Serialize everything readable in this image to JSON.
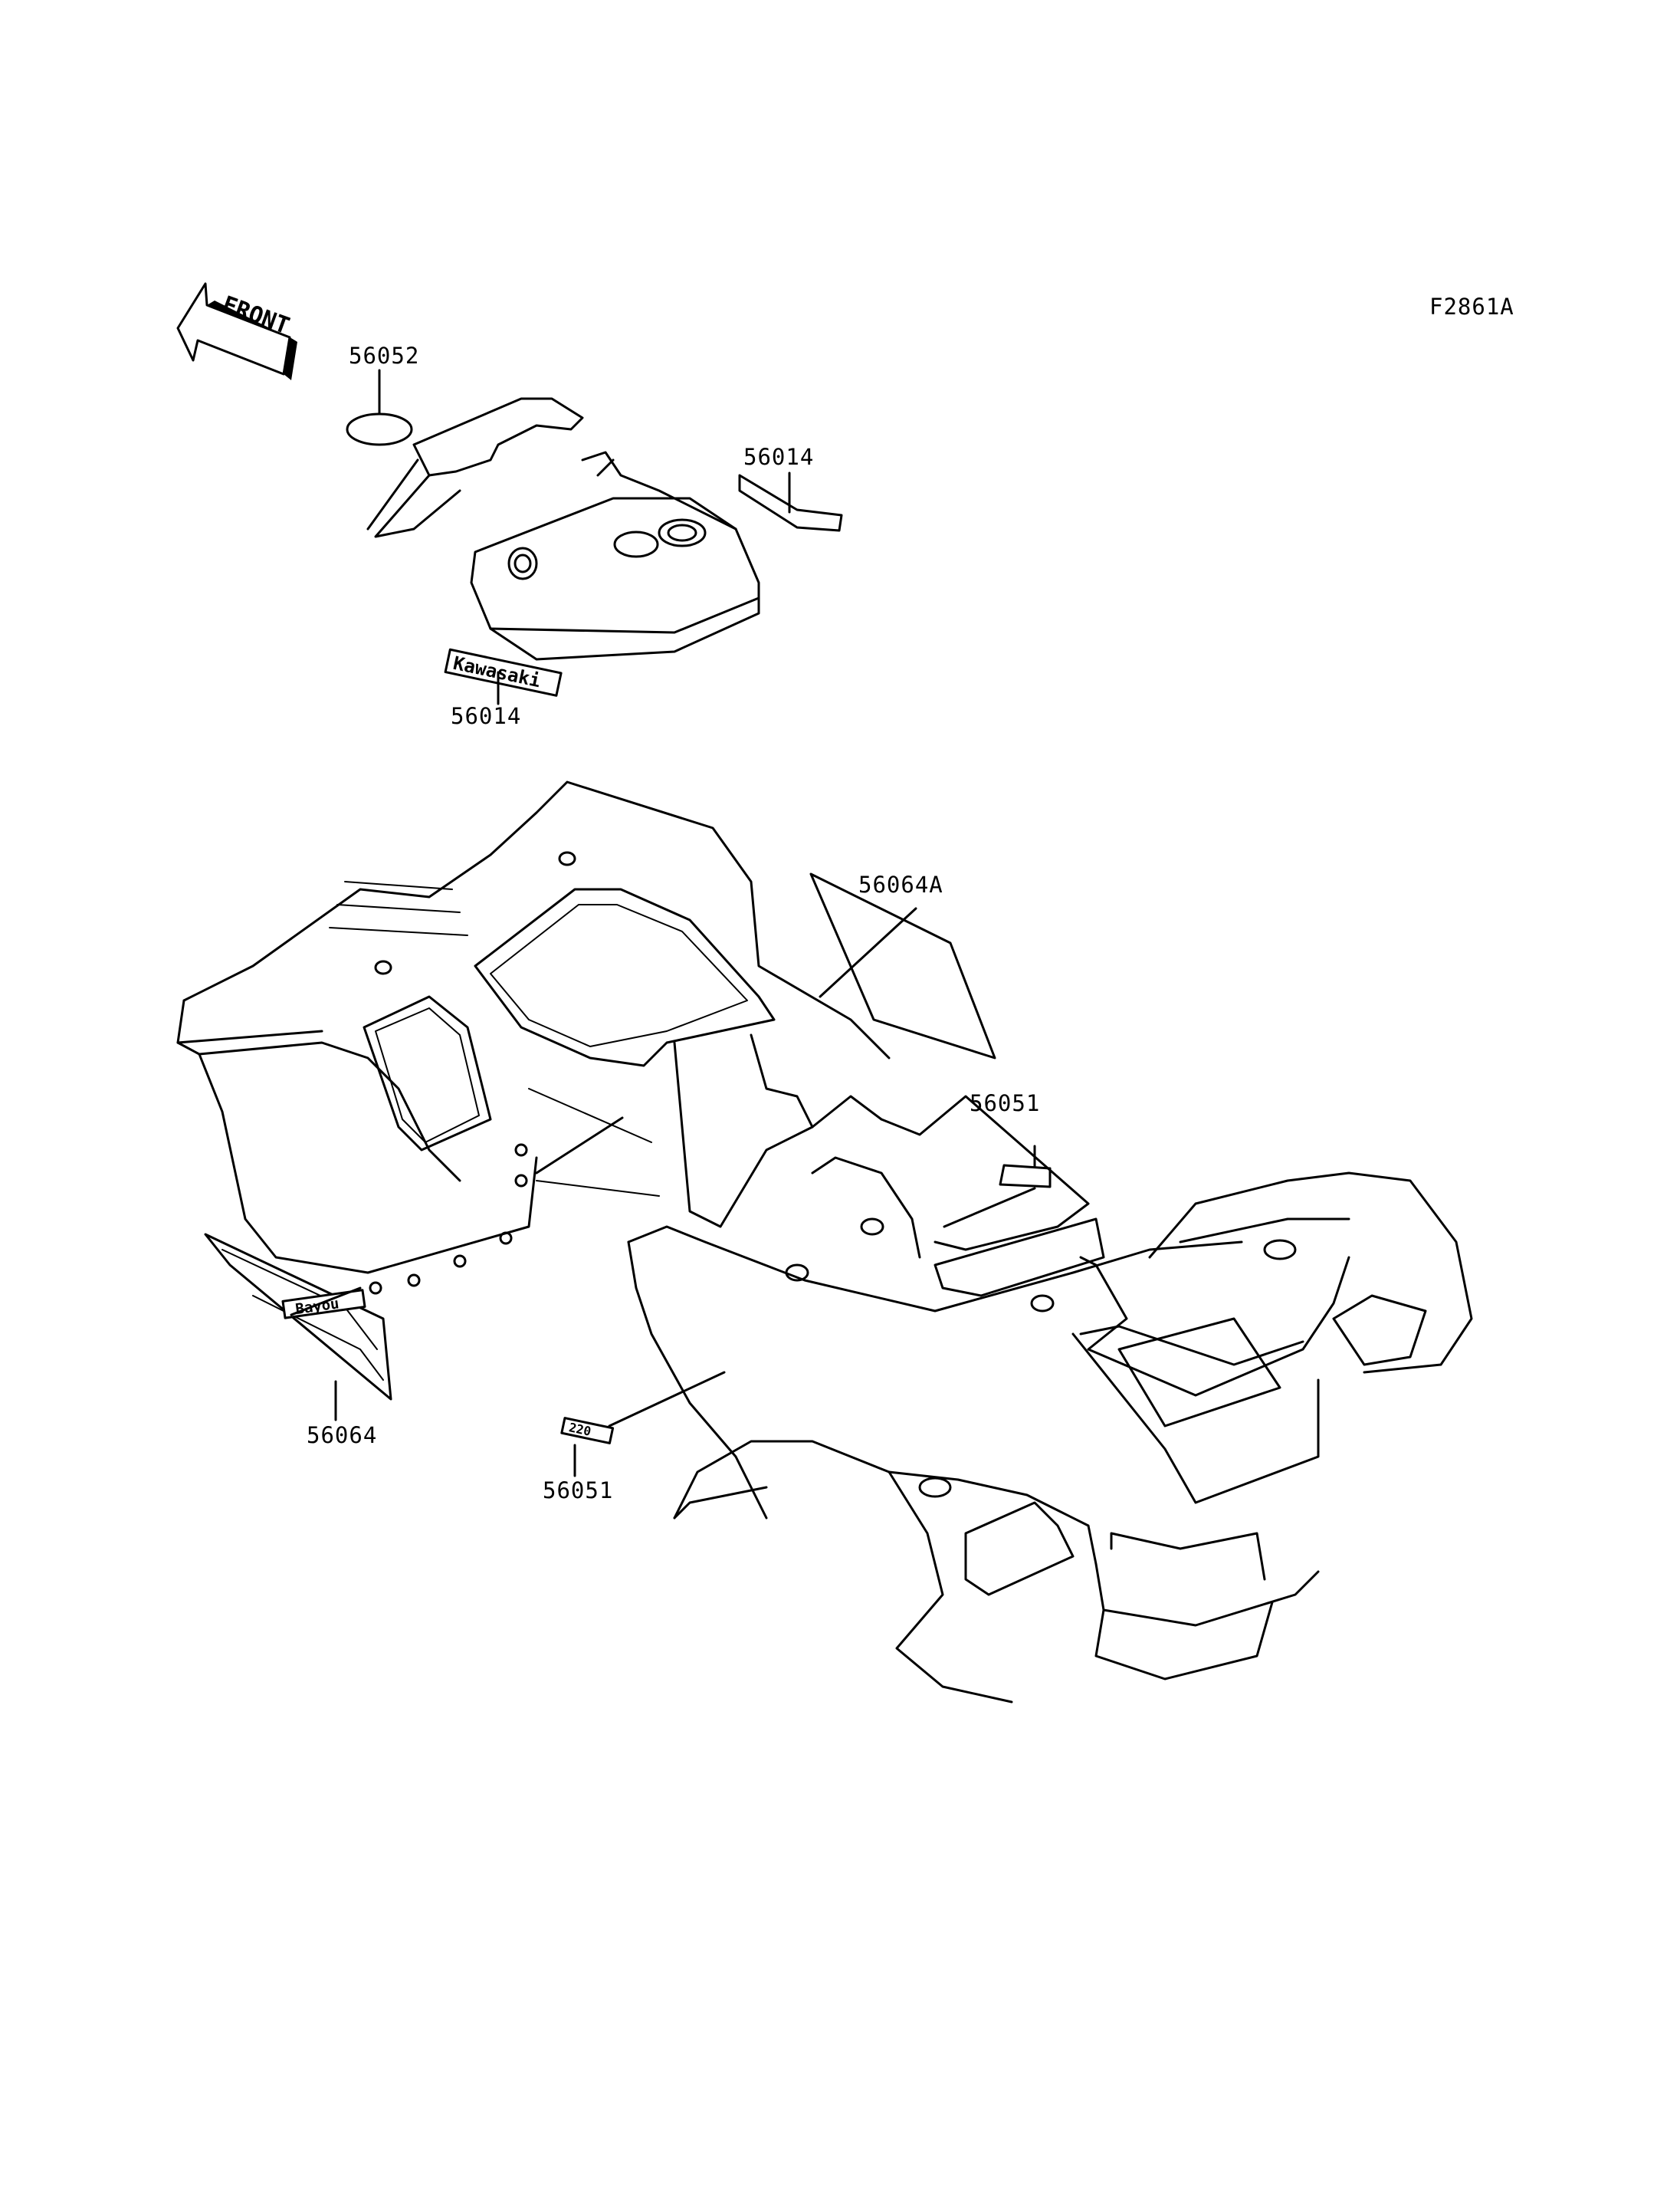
{
  "figure_code": "F2861A",
  "front_label": "FRONT",
  "decal_texts": {
    "kawasaki": "Kawasaki",
    "bayou_left": "Bayou",
    "bayou_small": "220"
  },
  "callouts": [
    {
      "id": "c1",
      "part": "56052"
    },
    {
      "id": "c2",
      "part": "56014"
    },
    {
      "id": "c3",
      "part": "56014"
    },
    {
      "id": "c4",
      "part": "56064A"
    },
    {
      "id": "c5",
      "part": "56051"
    },
    {
      "id": "c6",
      "part": "56064"
    },
    {
      "id": "c7",
      "part": "56051"
    }
  ]
}
